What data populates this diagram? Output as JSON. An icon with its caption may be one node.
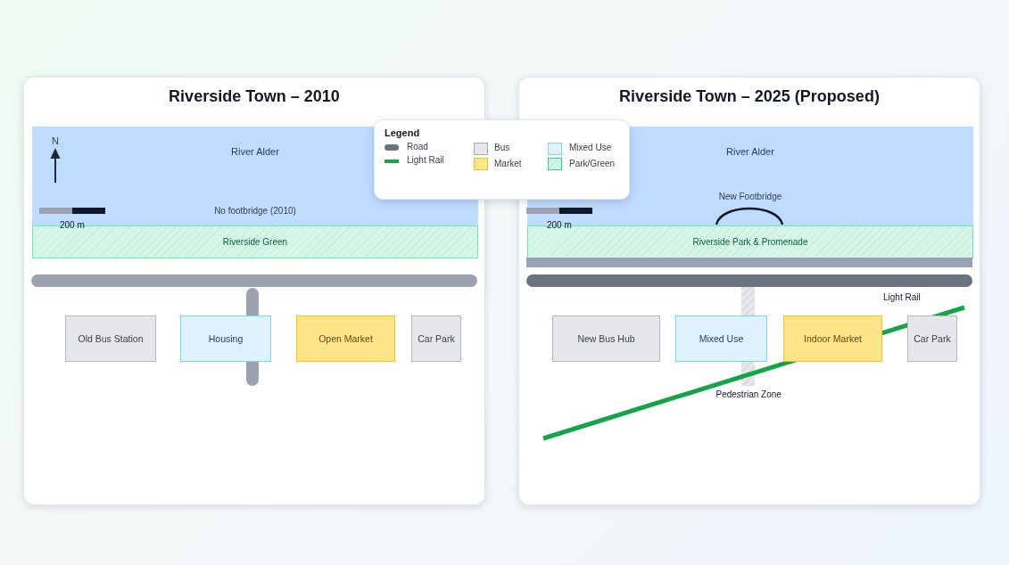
{
  "diagram": {
    "nodes": [
      {
        "text": [
          "Riverside Town – 2010"
        ]
      },
      {
        "text": [
          "River Alder",
          "No footbridge (2010)"
        ],
        "in": 0
      },
      {
        "text": [
          "Riverside Green"
        ],
        "in": 0
      },
      {
        "text": [
          "Old Bus Station"
        ],
        "in": 0
      },
      {
        "text": [
          "Housing"
        ],
        "in": 0
      },
      {
        "text": [
          "Open Market"
        ],
        "in": 0
      },
      {
        "text": [
          "Car Park"
        ],
        "in": 0
      },
      {
        "text": [
          "Riverside Town – 2025 (Proposed)"
        ]
      },
      {
        "text": [
          "River Alder",
          "New Footbridge"
        ],
        "in": 7
      },
      {
        "text": [
          "Riverside Park & Promenade"
        ],
        "in": 7
      },
      {
        "text": [
          "New Bus Hub"
        ],
        "in": 7
      },
      {
        "text": [
          "Mixed Use"
        ],
        "in": 7
      },
      {
        "text": [
          "Indoor Market"
        ],
        "in": 7
      },
      {
        "text": [
          "Car Park"
        ],
        "in": 7
      }
    ],
    "labels": [
      "Legend",
      "N",
      "200 m",
      "200 m",
      "Pedestrian Zone",
      "Light Rail"
    ],
    "legend": [
      {
        "text": "Road",
        "color": "#6b7280"
      },
      {
        "text": "Light Rail",
        "color": "#16a34a"
      },
      {
        "text": "Bus",
        "color": "#e5e7eb"
      },
      {
        "text": "Market",
        "color": "#fde68a"
      },
      {
        "text": "Mixed Use",
        "color": "#e0f2fe"
      },
      {
        "text": "Park/Green",
        "color": "#d1fae5"
      }
    ]
  }
}
